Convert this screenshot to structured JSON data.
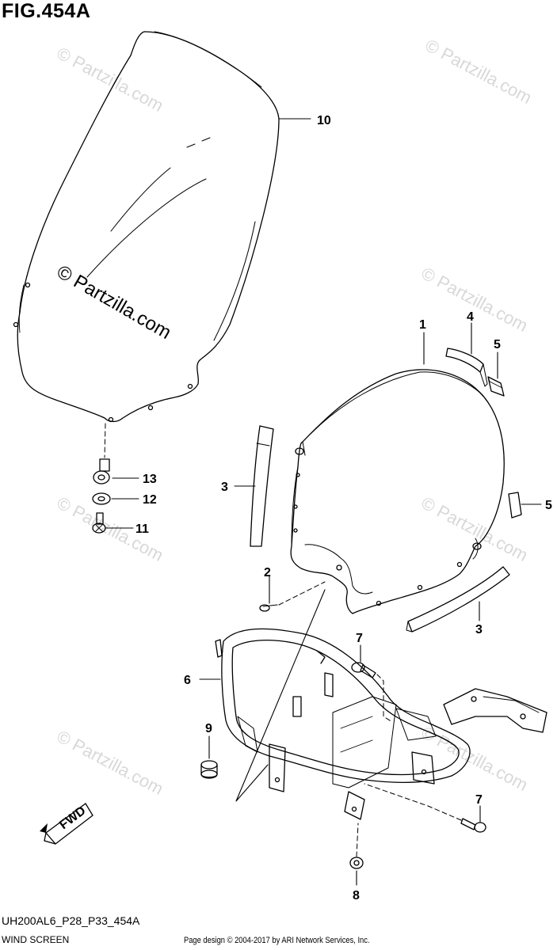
{
  "figure": {
    "title": "FIG.454A",
    "code": "UH200AL6_P28_P33_454A",
    "name": "WIND SCREEN",
    "credit": "Page design © 2004-2017 by ARI Network Services, Inc."
  },
  "watermark": {
    "text": "© Partzilla.com"
  },
  "fwd_arrow": {
    "label": "FWD"
  },
  "callouts": [
    {
      "id": "1",
      "label": "1"
    },
    {
      "id": "2",
      "label": "2"
    },
    {
      "id": "3a",
      "label": "3"
    },
    {
      "id": "3b",
      "label": "3"
    },
    {
      "id": "4",
      "label": "4"
    },
    {
      "id": "5a",
      "label": "5"
    },
    {
      "id": "5b",
      "label": "5"
    },
    {
      "id": "6",
      "label": "6"
    },
    {
      "id": "7a",
      "label": "7"
    },
    {
      "id": "7b",
      "label": "7"
    },
    {
      "id": "8",
      "label": "8"
    },
    {
      "id": "9",
      "label": "9"
    },
    {
      "id": "10",
      "label": "10"
    },
    {
      "id": "11",
      "label": "11"
    },
    {
      "id": "12",
      "label": "12"
    },
    {
      "id": "13",
      "label": "13"
    }
  ]
}
